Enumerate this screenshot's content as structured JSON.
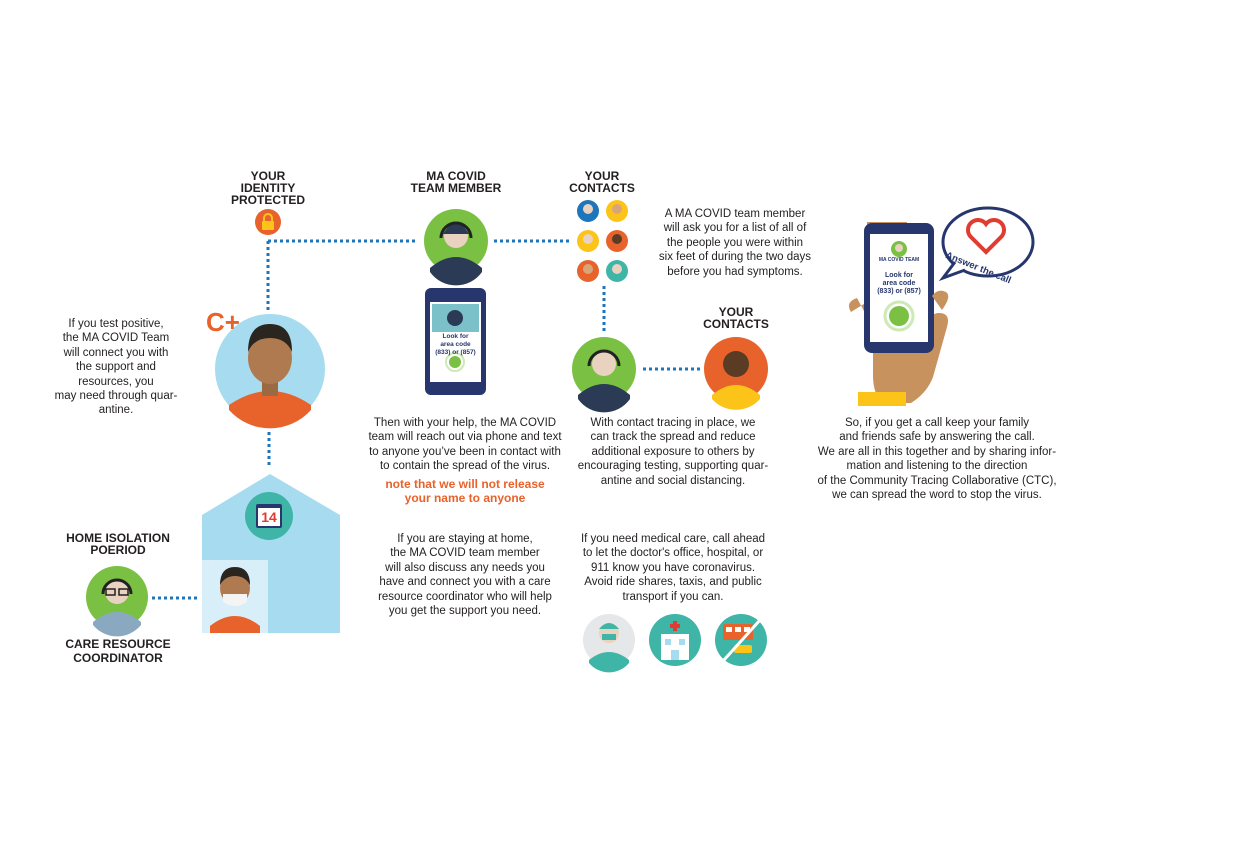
{
  "colors": {
    "blue_dots": "#1d75bb",
    "green": "#7ac143",
    "light_blue": "#a7dbef",
    "orange": "#e8632b",
    "navy": "#27376e",
    "red": "#e03c31",
    "yellow": "#fcc419",
    "teal": "#3fb5a8",
    "skin_brown": "#b07a50"
  },
  "labels": {
    "identity": "YOUR\nIDENTITY\nPROTECTED",
    "team_member": "MA COVID\nTEAM MEMBER",
    "contacts_top": "YOUR\nCONTACTS",
    "contacts_mid": "YOUR\nCONTACTS",
    "home_isolation": "HOME ISOLATION\nPOERIOD",
    "care_coordinator": "CARE RESOURCE\nCOORDINATOR"
  },
  "badges": {
    "c_plus": "C+",
    "calendar_day": "14"
  },
  "phone": {
    "line1": "Look for",
    "line2": "area code",
    "line3": "(833) or (857)",
    "bubble": "Answer the call",
    "screen_tag": "MA COVID TEAM"
  },
  "texts": {
    "test_positive": "If you test positive,\nthe MA COVID Team\nwill connect you with\nthe support and\nresources, you\nmay need through quar-\nantine.",
    "reach_out": "Then with your help, the MA COVID\nteam will reach out via phone and text\nto anyone you’ve been in contact with\nto contain the spread of the virus.",
    "note_release": "note that we will not release\nyour name to anyone",
    "ask_list": "A MA COVID team member\nwill ask you for a list of all of\nthe people you were within\nsix feet of during the two days\nbefore you had symptoms.",
    "contact_tracing": "With contact tracing in place, we\ncan track the spread and reduce\nadditional exposure to others by\nencouraging testing, supporting quar-\nantine and social distancing.",
    "get_call": "So, if you get a call keep your family\nand friends safe by answering the call.\nWe are all in this together and by sharing infor-\nmation and listening to the direction\nof the Community Tracing Collaborative (CTC),\nwe can spread the word to stop the virus.",
    "staying_home": "If you are staying at home,\nthe MA COVID team member\nwill also discuss any needs you\nhave and connect you with a care\nresource coordinator who will help\nyou get the support you need.",
    "medical_care": "If you need medical care, call ahead\nto let the doctor's office, hospital, or\n911 know you have coronavirus.\nAvoid ride shares, taxis, and public\ntransport if you can."
  }
}
